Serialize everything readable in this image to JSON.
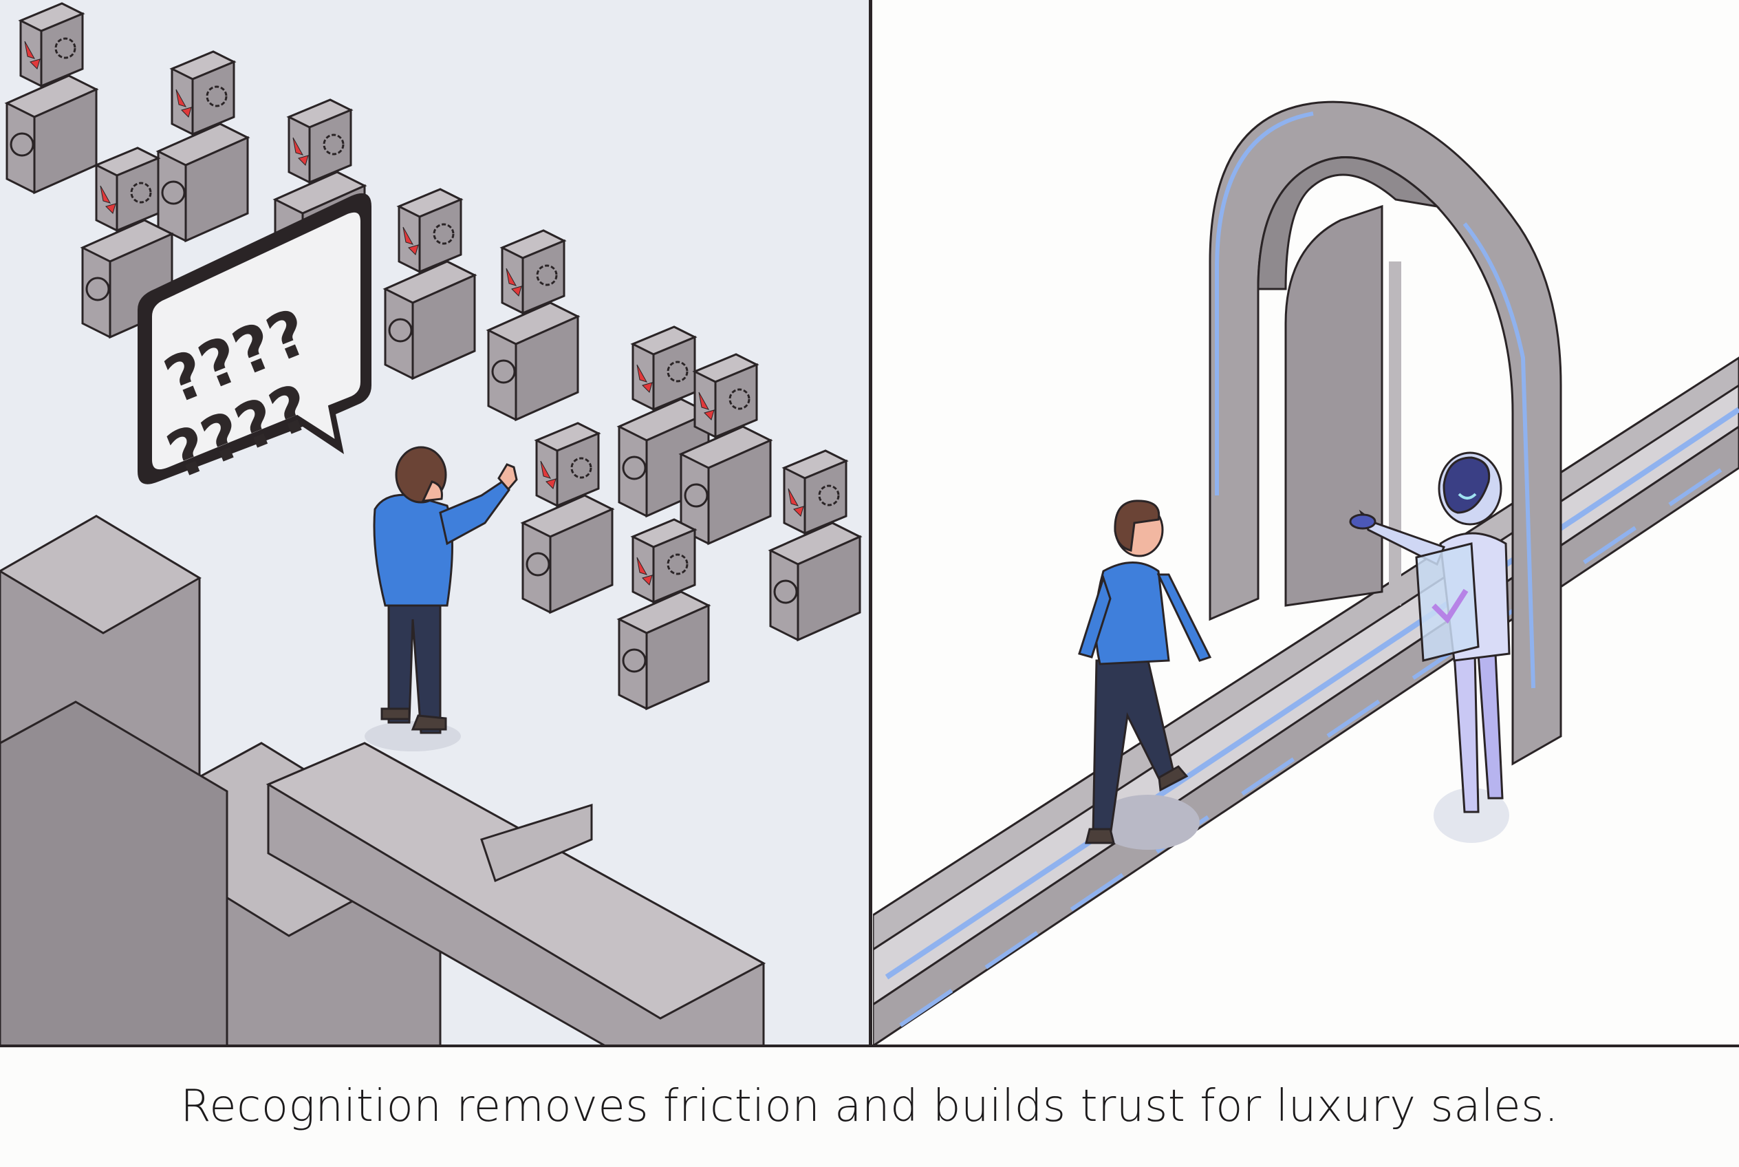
{
  "caption": "Recognition removes friction and builds trust for luxury sales.",
  "left_panel": {
    "scene": "confused-shopper-facing-robot-crowd",
    "speech_bubble": {
      "text_rows": [
        "????",
        "????"
      ],
      "glyph": "?"
    },
    "palette": {
      "background": "#e9ecf2",
      "block_gray": "#a9a3a8",
      "robot_eye": "#e0393b",
      "sweater": "#3f7fdb",
      "trousers": "#2f3752",
      "outline": "#2a2426"
    }
  },
  "right_panel": {
    "scene": "shopper-welcomed-through-arch-by-friendly-robot",
    "clipboard_icon": "checkmark",
    "palette": {
      "background": "#fdfdfc",
      "arch_gray": "#a7a2a6",
      "glow_blue": "#8fb2ef",
      "robot_body": "#c9c8f4",
      "robot_face": "#3a3f85",
      "sweater": "#3f7fdb"
    }
  },
  "colors": {
    "divider": "#2a2426",
    "caption_text": "#1c1a1b"
  }
}
